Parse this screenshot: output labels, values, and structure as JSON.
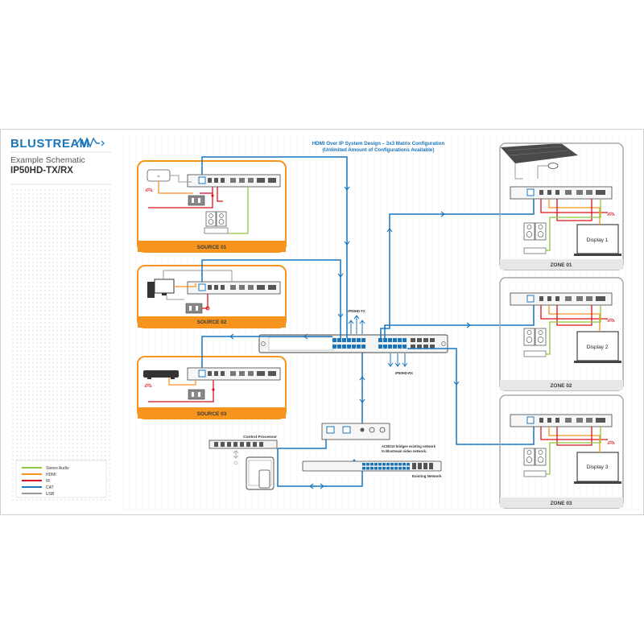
{
  "brand": {
    "name": "BLUSTREAM"
  },
  "header": {
    "line1": "Example Schematic",
    "line2": "IP50HD-TX/RX"
  },
  "title": {
    "line1": "HDMI Over IP System Design – 3x3 Matrix Configuration",
    "line2": "(Unlimited Amount of Configurations Available)"
  },
  "sources": [
    {
      "label": "SOURCE 01"
    },
    {
      "label": "SOURCE 02"
    },
    {
      "label": "SOURCE 03"
    }
  ],
  "zones": [
    {
      "label": "ZONE 01",
      "display": "Display 1"
    },
    {
      "label": "ZONE 02",
      "display": "Display 2"
    },
    {
      "label": "ZONE 03",
      "display": "Display 3"
    }
  ],
  "switch": {
    "tx_label": "IP50HD-TX",
    "rx_label": "IP50HD-RX"
  },
  "control": {
    "label": "Control Processor"
  },
  "bridge": {
    "line1": "ACM210 bridges existing network",
    "line2": "to Blustream video network."
  },
  "network": {
    "label": "Existing Network"
  },
  "legend": {
    "items": [
      {
        "label": "Stereo Audio",
        "color": "#8cc63f"
      },
      {
        "label": "HDMI",
        "color": "#f7941d"
      },
      {
        "label": "IR",
        "color": "#d7141d"
      },
      {
        "label": "CAT",
        "color": "#1b75bb"
      },
      {
        "label": "USB",
        "color": "#999999"
      }
    ]
  },
  "colors": {
    "brand_blue": "#1b75bb",
    "source_orange": "#f7941d",
    "zone_grey": "#a7a9ac"
  }
}
